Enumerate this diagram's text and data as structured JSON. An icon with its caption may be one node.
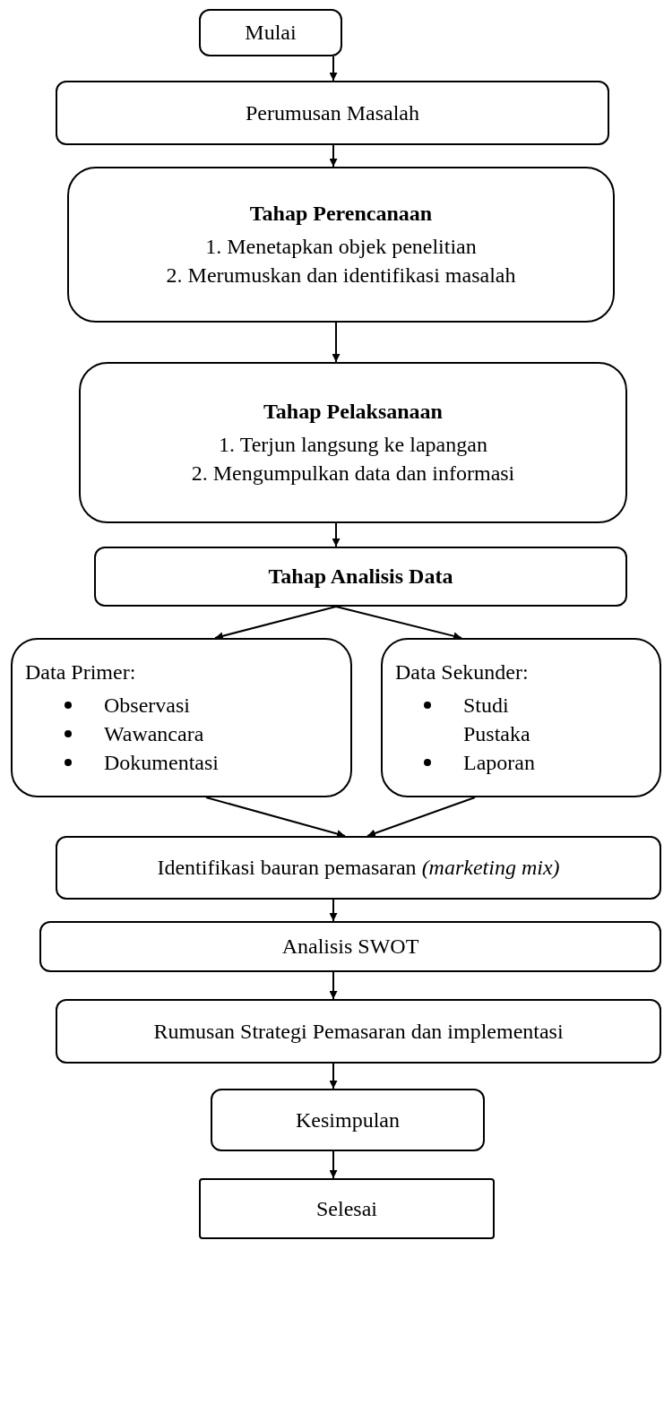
{
  "diagram": {
    "nodes": [
      {
        "text": [
          "Mulai"
        ]
      },
      {
        "text": [
          "Perumusan Masalah"
        ]
      },
      {
        "text": [
          "Tahap Perencanaan",
          "1. Menetapkan objek penelitian",
          "2. Merumuskan dan identifikasi masalah"
        ]
      },
      {
        "text": [
          "Tahap Pelaksanaan",
          "1. Terjun langsung ke lapangan",
          "2. Mengumpulkan data dan informasi"
        ]
      },
      {
        "text": [
          "Tahap Analisis Data"
        ]
      },
      {
        "text": [
          "Data Primer:",
          "Observasi",
          "Wawancara",
          "Dokumentasi"
        ]
      },
      {
        "text": [
          "Data Sekunder:",
          "Studi Pustaka",
          "Laporan"
        ]
      },
      {
        "text": [
          "Identifikasi bauran pemasaran *(marketing mix)*"
        ]
      },
      {
        "text": [
          "Analisis SWOT"
        ]
      },
      {
        "text": [
          "Rumusan Strategi Pemasaran dan implementasi"
        ]
      },
      {
        "text": [
          "Kesimpulan"
        ]
      },
      {
        "text": [
          "Selesai"
        ]
      }
    ],
    "edges": [
      {
        "from": 0,
        "to": 1,
        "arrow": "to"
      },
      {
        "from": 1,
        "to": 2,
        "arrow": "to"
      },
      {
        "from": 2,
        "to": 3,
        "arrow": "to"
      },
      {
        "from": 3,
        "to": 4,
        "arrow": "to"
      },
      {
        "from": 4,
        "to": 5,
        "arrow": "to"
      },
      {
        "from": 4,
        "to": 6,
        "arrow": "to"
      },
      {
        "from": 5,
        "to": 7,
        "arrow": "to"
      },
      {
        "from": 6,
        "to": 7,
        "arrow": "to"
      },
      {
        "from": 7,
        "to": 8,
        "arrow": "to"
      },
      {
        "from": 8,
        "to": 9,
        "arrow": "to"
      },
      {
        "from": 9,
        "to": 10,
        "arrow": "to"
      },
      {
        "from": 10,
        "to": 11,
        "arrow": "to"
      }
    ]
  }
}
